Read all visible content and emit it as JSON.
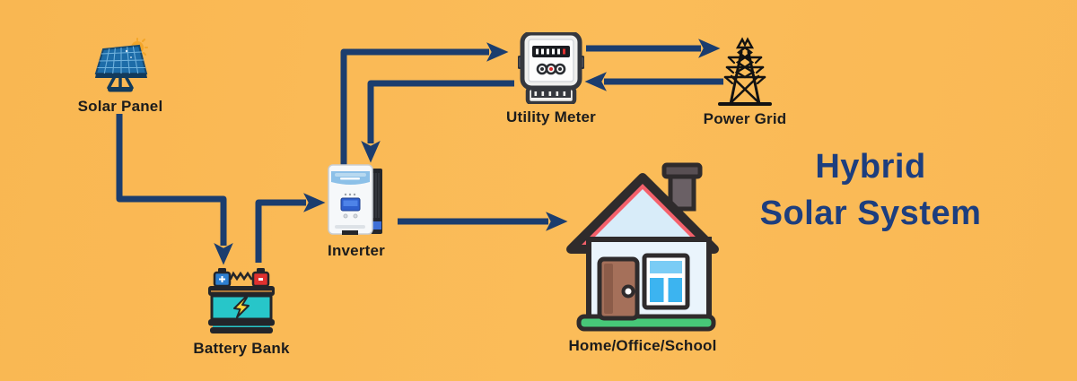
{
  "title": {
    "line1": "Hybrid",
    "line2": "Solar System"
  },
  "nodes": {
    "solar_panel": {
      "label": "Solar Panel"
    },
    "battery_bank": {
      "label": "Battery Bank"
    },
    "inverter": {
      "label": "Inverter"
    },
    "utility_meter": {
      "label": "Utility Meter"
    },
    "power_grid": {
      "label": "Power Grid"
    },
    "home": {
      "label": "Home/Office/School"
    }
  },
  "connections": [
    {
      "from": "solar-panel",
      "to": "battery-bank"
    },
    {
      "from": "battery-bank",
      "to": "inverter"
    },
    {
      "from": "inverter",
      "to": "utility-meter"
    },
    {
      "from": "utility-meter",
      "to": "inverter"
    },
    {
      "from": "utility-meter",
      "to": "power-grid"
    },
    {
      "from": "power-grid",
      "to": "utility-meter"
    },
    {
      "from": "inverter",
      "to": "home"
    }
  ],
  "colors": {
    "background": "#fabb58",
    "arrow": "#1b3d6e",
    "title_text": "#1d3e7e",
    "label_text": "#1c1c1c",
    "solar_panel_blue": "#1d6ca8",
    "sun_orange": "#f4a62a",
    "battery_teal": "#27c6c9",
    "bolt_yellow": "#ffd43b",
    "terminal_blue": "#2e7fd0",
    "terminal_red": "#e0312f",
    "roof_red": "#f4606b",
    "house_base_green": "#47c878",
    "window_blue": "#3cb4f0",
    "door_brown": "#a5705a",
    "grid_tower_black": "#121212"
  }
}
